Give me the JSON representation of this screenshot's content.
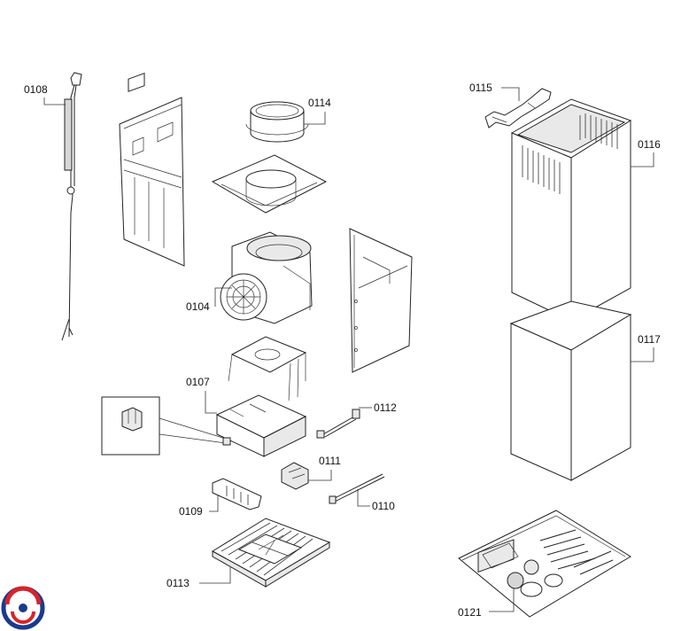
{
  "parts": {
    "p0108": "0108",
    "p0114": "0114",
    "p0115": "0115",
    "p0116": "0116",
    "p0104": "0104",
    "p0117": "0117",
    "p0107": "0107",
    "p0112": "0112",
    "p0111": "0111",
    "p0110": "0110",
    "p0109": "0109",
    "p0113": "0113",
    "p0121": "0121"
  },
  "logo": {
    "colors": [
      "#1a3a8c",
      "#d8232a"
    ]
  }
}
